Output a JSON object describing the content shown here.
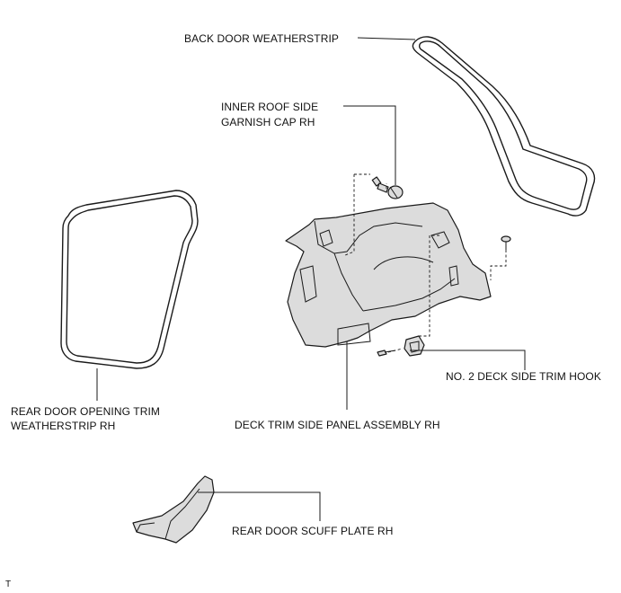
{
  "labels": {
    "back_door_weatherstrip": "BACK DOOR WEATHERSTRIP",
    "inner_roof_cap_line1": "INNER ROOF SIDE",
    "inner_roof_cap_line2": "GARNISH CAP RH",
    "rear_door_trim_line1": "REAR DOOR OPENING TRIM",
    "rear_door_trim_line2": "WEATHERSTRIP RH",
    "deck_side_trim_hook": "NO. 2 DECK SIDE TRIM HOOK",
    "deck_trim_panel": "DECK TRIM SIDE PANEL ASSEMBLY RH",
    "rear_door_scuff": "REAR DOOR SCUFF PLATE RH",
    "corner_mark": "T"
  }
}
